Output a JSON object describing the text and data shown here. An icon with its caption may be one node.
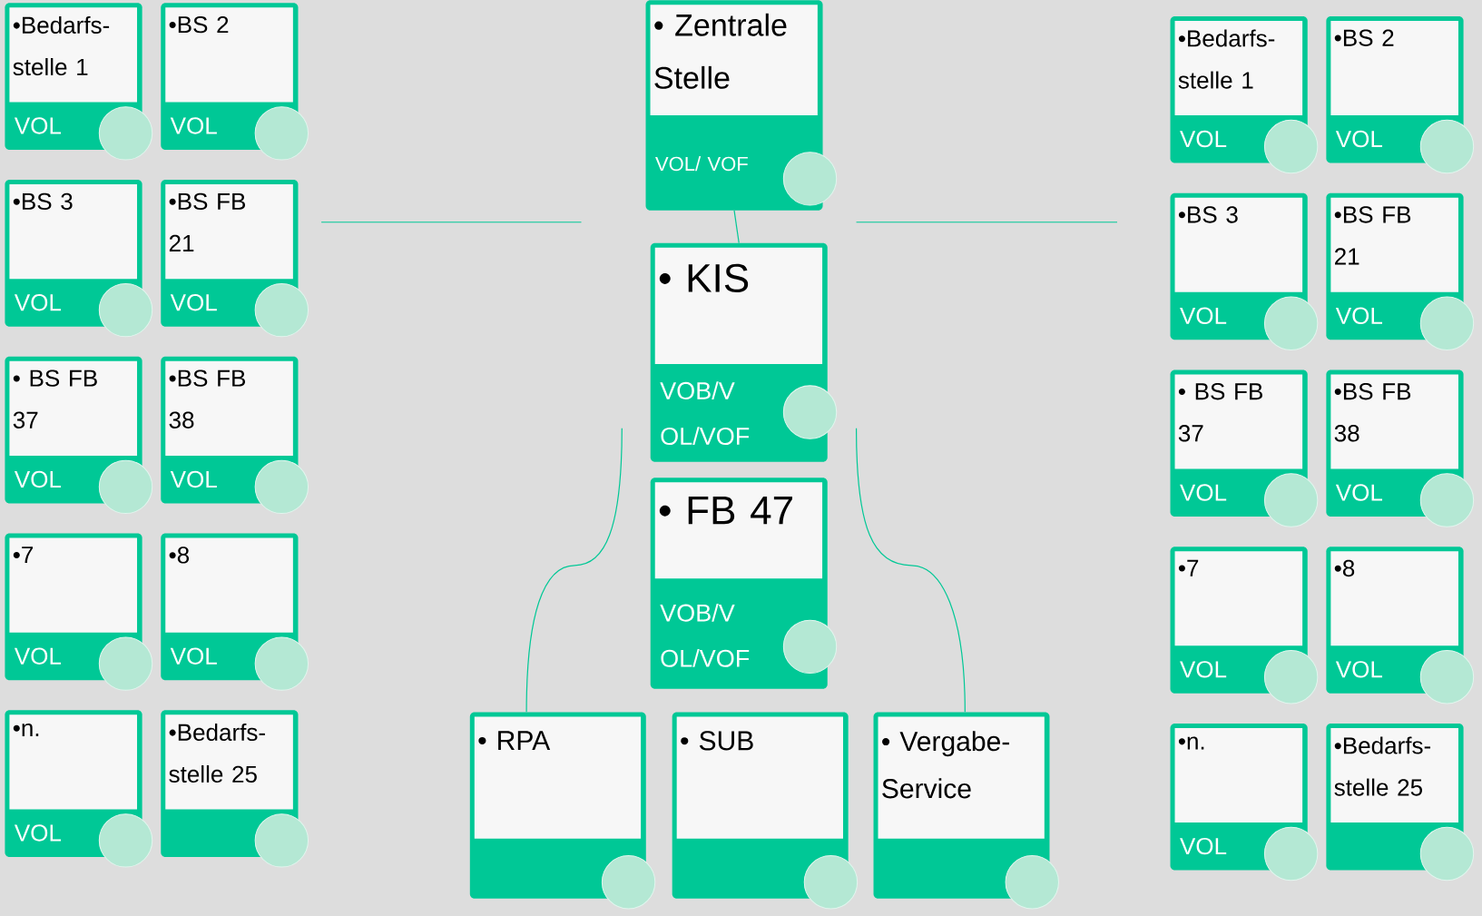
{
  "diagram": {
    "nodes": [
      {
        "text": [
          "•Bedarfs- stelle 1",
          "VOL"
        ]
      },
      {
        "text": [
          "•BS 2",
          "VOL"
        ]
      },
      {
        "text": [
          "•BS 3",
          "VOL"
        ]
      },
      {
        "text": [
          "•BS FB 21",
          "VOL"
        ]
      },
      {
        "text": [
          "• BS FB 37",
          "VOL"
        ]
      },
      {
        "text": [
          "•BS FB 38",
          "VOL"
        ]
      },
      {
        "text": [
          "•7",
          "VOL"
        ]
      },
      {
        "text": [
          "•8",
          "VOL"
        ]
      },
      {
        "text": [
          "•n.",
          "VOL"
        ]
      },
      {
        "text": [
          "•Bedarfs- stelle 25"
        ]
      },
      {
        "text": [
          "• Zentrale Stelle",
          "VOL/ VOF"
        ]
      },
      {
        "text": [
          "• KIS",
          "VOB/V OL/VOF"
        ]
      },
      {
        "text": [
          "• FB 47",
          "VOB/V OL/VOF"
        ]
      },
      {
        "text": [
          "• RPA"
        ]
      },
      {
        "text": [
          "• SUB"
        ]
      },
      {
        "text": [
          "• Vergabe- Service"
        ]
      },
      {
        "text": [
          "•Bedarfs- stelle 1",
          "VOL"
        ]
      },
      {
        "text": [
          "•BS 2",
          "VOL"
        ]
      },
      {
        "text": [
          "•BS 3",
          "VOL"
        ]
      },
      {
        "text": [
          "•BS FB 21",
          "VOL"
        ]
      },
      {
        "text": [
          "• BS FB 37",
          "VOL"
        ]
      },
      {
        "text": [
          "•BS FB 38",
          "VOL"
        ]
      },
      {
        "text": [
          "•7",
          "VOL"
        ]
      },
      {
        "text": [
          "•8",
          "VOL"
        ]
      },
      {
        "text": [
          "•n.",
          "VOL"
        ]
      },
      {
        "text": [
          "•Bedarfs- stelle 25"
        ]
      }
    ],
    "edges": [
      {
        "from": 10,
        "to": 11,
        "arrow": "none"
      },
      {
        "from": null,
        "to": 13,
        "arrow": "none"
      },
      {
        "from": null,
        "to": 15,
        "arrow": "none"
      }
    ]
  }
}
